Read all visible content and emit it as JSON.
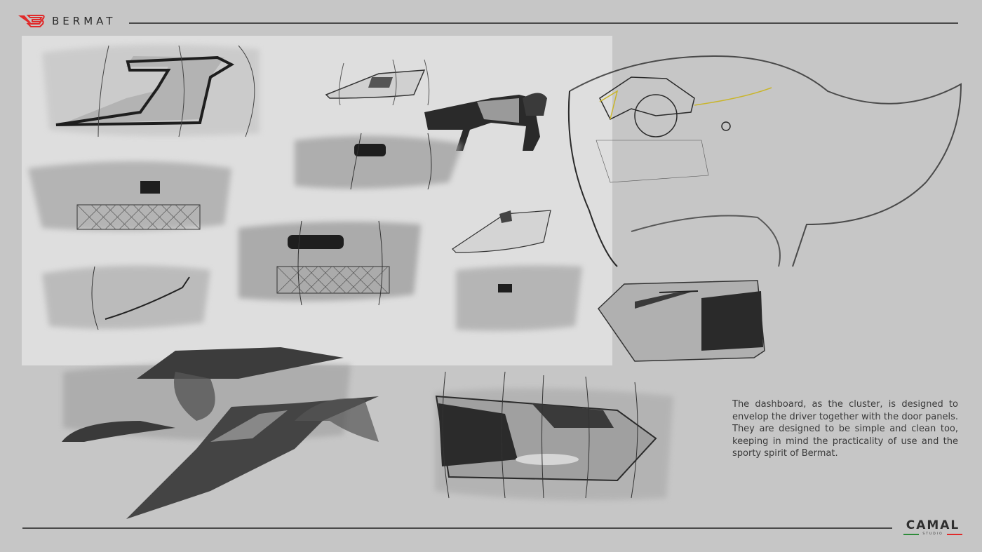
{
  "header": {
    "brand_name": "BERMAT",
    "brand_logo_color": "#e02a2a"
  },
  "main": {
    "description": "The dashboard, as the cluster, is designed to envelop the driver together with the door panels. They are designed to be simple and clean too, keeping in mind the practicality of use and the sporty spirit of Bermat.",
    "sketches": [
      {
        "subject": "door-panel-sketch",
        "style": "marker"
      },
      {
        "subject": "door-handle-sketch",
        "style": "pencil"
      },
      {
        "subject": "armrest-sketch",
        "style": "marker"
      },
      {
        "subject": "dashboard-interior-perspective",
        "style": "pencil",
        "accent": "#c9b52a"
      },
      {
        "subject": "door-panel-3d-sketch",
        "style": "marker"
      },
      {
        "subject": "dashboard-side-sketch",
        "style": "marker"
      },
      {
        "subject": "door-panel-large-sketch",
        "style": "marker"
      }
    ]
  },
  "footer": {
    "studio_name": "CAMAL",
    "studio_sub": "STUDIO",
    "flag_colors": [
      "#2e8b3a",
      "#e02a2a"
    ]
  }
}
